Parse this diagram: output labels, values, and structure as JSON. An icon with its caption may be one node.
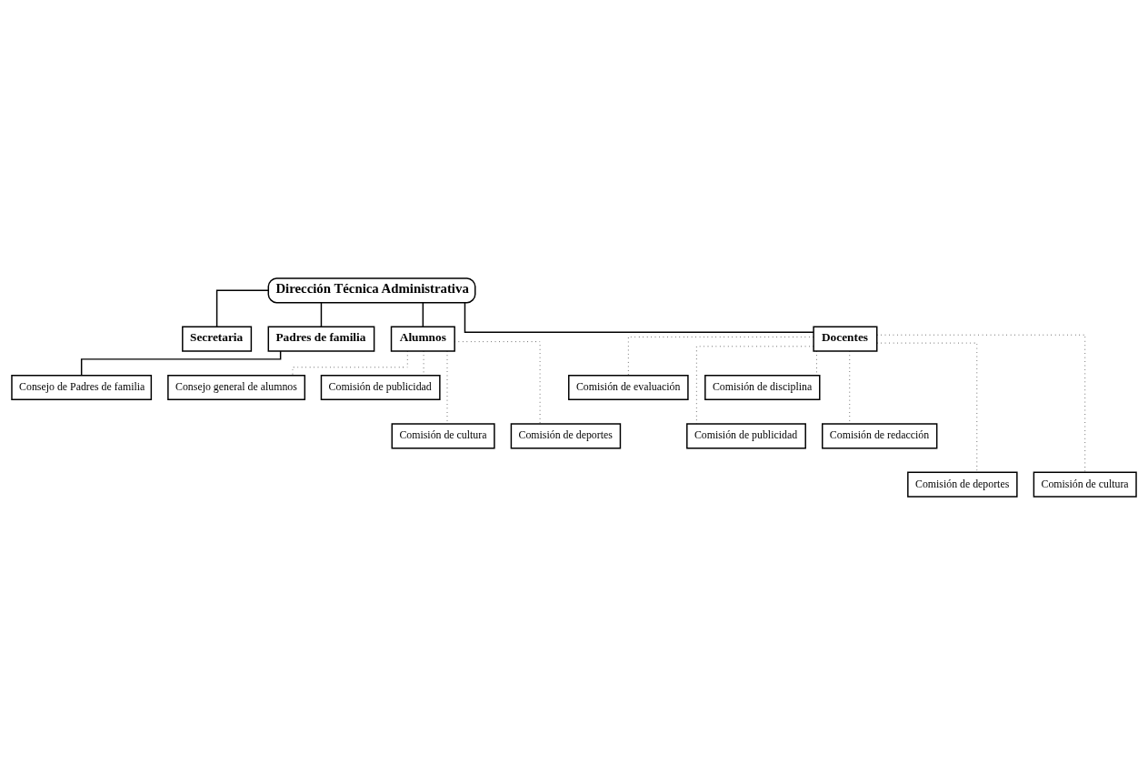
{
  "diagram": {
    "nodes": [
      {
        "text": [
          "Dirección Técnica Administrativa"
        ]
      },
      {
        "text": [
          "Secretaria"
        ]
      },
      {
        "text": [
          "Padres de familia"
        ]
      },
      {
        "text": [
          "Alumnos"
        ]
      },
      {
        "text": [
          "Docentes"
        ]
      },
      {
        "text": [
          "Consejo de Padres de familia"
        ]
      },
      {
        "text": [
          "Consejo general de alumnos"
        ]
      },
      {
        "text": [
          "Comisión de publicidad"
        ]
      },
      {
        "text": [
          "Comisión de cultura"
        ]
      },
      {
        "text": [
          "Comisión de deportes"
        ]
      },
      {
        "text": [
          "Comisión de evaluación"
        ]
      },
      {
        "text": [
          "Comisión de disciplina"
        ]
      },
      {
        "text": [
          "Comisión de publicidad"
        ]
      },
      {
        "text": [
          "Comisión de redacción"
        ]
      },
      {
        "text": [
          "Comisión de deportes"
        ]
      },
      {
        "text": [
          "Comisión de cultura"
        ]
      }
    ],
    "edges": [
      {
        "from": 0,
        "to": 1,
        "arrow": "none"
      },
      {
        "from": 0,
        "to": 2,
        "arrow": "none"
      },
      {
        "from": 0,
        "to": 3,
        "arrow": "none"
      },
      {
        "from": 0,
        "to": 4,
        "arrow": "none"
      },
      {
        "from": 2,
        "to": 5,
        "arrow": "none"
      },
      {
        "from": 3,
        "to": 6,
        "arrow": "none",
        "style": "dashed"
      },
      {
        "from": 3,
        "to": 7,
        "arrow": "none",
        "style": "dashed"
      },
      {
        "from": 3,
        "to": 8,
        "arrow": "none",
        "style": "dashed"
      },
      {
        "from": 3,
        "to": 9,
        "arrow": "none",
        "style": "dashed"
      },
      {
        "from": 4,
        "to": 10,
        "arrow": "none",
        "style": "dashed"
      },
      {
        "from": 4,
        "to": 11,
        "arrow": "none",
        "style": "dashed"
      },
      {
        "from": 4,
        "to": 12,
        "arrow": "none",
        "style": "dashed"
      },
      {
        "from": 4,
        "to": 13,
        "arrow": "none",
        "style": "dashed"
      },
      {
        "from": 4,
        "to": 14,
        "arrow": "none",
        "style": "dashed"
      },
      {
        "from": 4,
        "to": 15,
        "arrow": "none",
        "style": "dashed"
      }
    ]
  }
}
